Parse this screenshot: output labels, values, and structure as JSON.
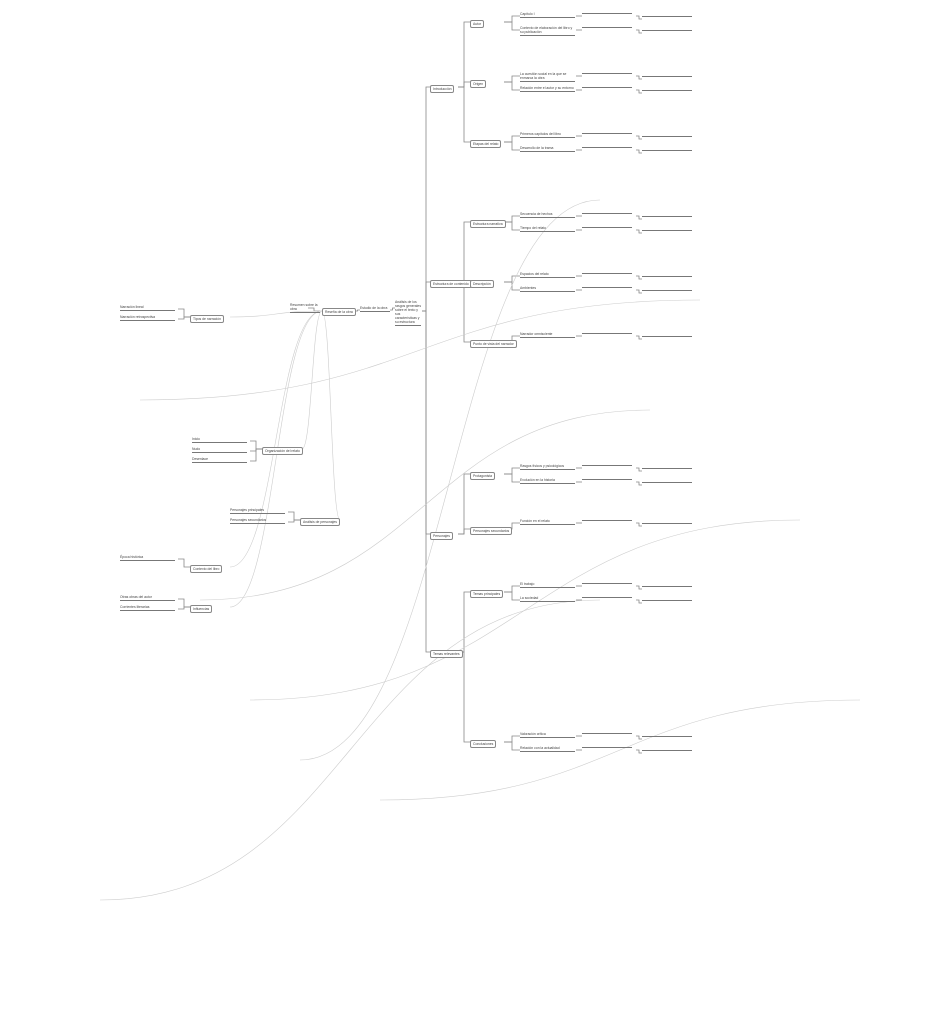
{
  "title": "Reseña de la obra",
  "root": {
    "label": "Reseña de la obra",
    "left_note": "Resumen sobre la obra",
    "right_label": "Estudio de la obra",
    "right_note": "Análisis de los rasgos generales sobre el texto y sus características y su estructura"
  },
  "branches": [
    {
      "label": "Introducción",
      "children": [
        {
          "label": "Autor",
          "children": [
            {
              "label": "Capítulo I"
            },
            {
              "label": "Contexto de elaboración del libro y su publicación"
            }
          ]
        },
        {
          "label": "Origen",
          "children": [
            {
              "label": "La cuestión social en la que se enmarca la obra"
            },
            {
              "label": "Relación entre el autor y su entorno"
            }
          ]
        },
        {
          "label": "Etapas del relato",
          "children": [
            {
              "label": "Primeros capítulos del libro"
            },
            {
              "label": "Desarrollo de la trama"
            }
          ]
        }
      ]
    },
    {
      "label": "Estructura de contenido",
      "children": [
        {
          "label": "Estructura narrativa",
          "children": [
            {
              "label": "Secuencia de hechos"
            },
            {
              "label": "Tiempo del relato"
            }
          ]
        },
        {
          "label": "Descripción",
          "children": [
            {
              "label": "Espacios del relato"
            },
            {
              "label": "Ambientes"
            }
          ]
        },
        {
          "label": "Punto de vista del narrador",
          "children": [
            {
              "label": "Narrador omnisciente"
            }
          ]
        }
      ]
    },
    {
      "label": "Personajes",
      "children": [
        {
          "label": "Protagonista",
          "children": [
            {
              "label": "Rasgos físicos y psicológicos"
            },
            {
              "label": "Evolución en la historia"
            }
          ]
        },
        {
          "label": "Personajes secundarios",
          "children": [
            {
              "label": "Función en el relato"
            }
          ]
        }
      ]
    },
    {
      "label": "Temas relevantes",
      "children": [
        {
          "label": "Temas principales",
          "children": [
            {
              "label": "El trabajo"
            },
            {
              "label": "La sociedad"
            }
          ]
        },
        {
          "label": "Conclusiones",
          "children": [
            {
              "label": "Valoración crítica"
            },
            {
              "label": "Relación con la actualidad"
            }
          ]
        }
      ]
    }
  ],
  "left": [
    {
      "label": "Tipos de narración",
      "children": [
        {
          "label": "Narración lineal"
        },
        {
          "label": "Narración retrospectiva"
        }
      ]
    },
    {
      "label": "Organización del relato",
      "children": [
        {
          "label": "Inicio"
        },
        {
          "label": "Nudo"
        },
        {
          "label": "Desenlace"
        }
      ]
    },
    {
      "label": "Análisis de personajes",
      "children": [
        {
          "label": "Personajes principales"
        },
        {
          "label": "Personajes secundarios"
        }
      ]
    },
    {
      "label": "Contexto del libro",
      "children": [
        {
          "label": "Época histórica"
        }
      ]
    },
    {
      "label": "Influencias",
      "children": [
        {
          "label": "Otras obras del autor"
        },
        {
          "label": "Corrientes literarias"
        }
      ]
    }
  ]
}
